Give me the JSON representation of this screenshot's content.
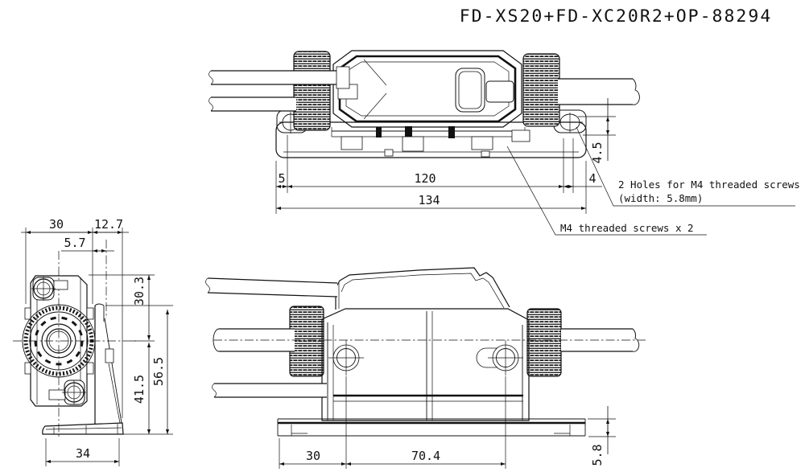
{
  "title": "FD-XS20+FD-XC20R2+OP-88294",
  "top_view": {
    "dim_left_edge_to_hole": "5",
    "dim_hole_spacing": "120",
    "dim_hole_to_edge": "4",
    "dim_total_length": "134",
    "dim_slot_offset": "4.5",
    "note_holes_line1": "2 Holes for M4 threaded screws",
    "note_holes_line2": "(width:  5.8mm)",
    "note_screws": "M4 threaded screws x 2"
  },
  "side_view": {
    "dim_body_width": "30",
    "dim_bracket_offset": "12.7",
    "dim_axis_offset": "5.7",
    "dim_upper_height": "30.3",
    "dim_lower_height": "41.5",
    "dim_total_height": "56.5",
    "dim_base_width": "34"
  },
  "front_view": {
    "dim_edge_to_hole": "30",
    "dim_hole_spacing": "70.4",
    "dim_base_thickness": "5.8"
  }
}
